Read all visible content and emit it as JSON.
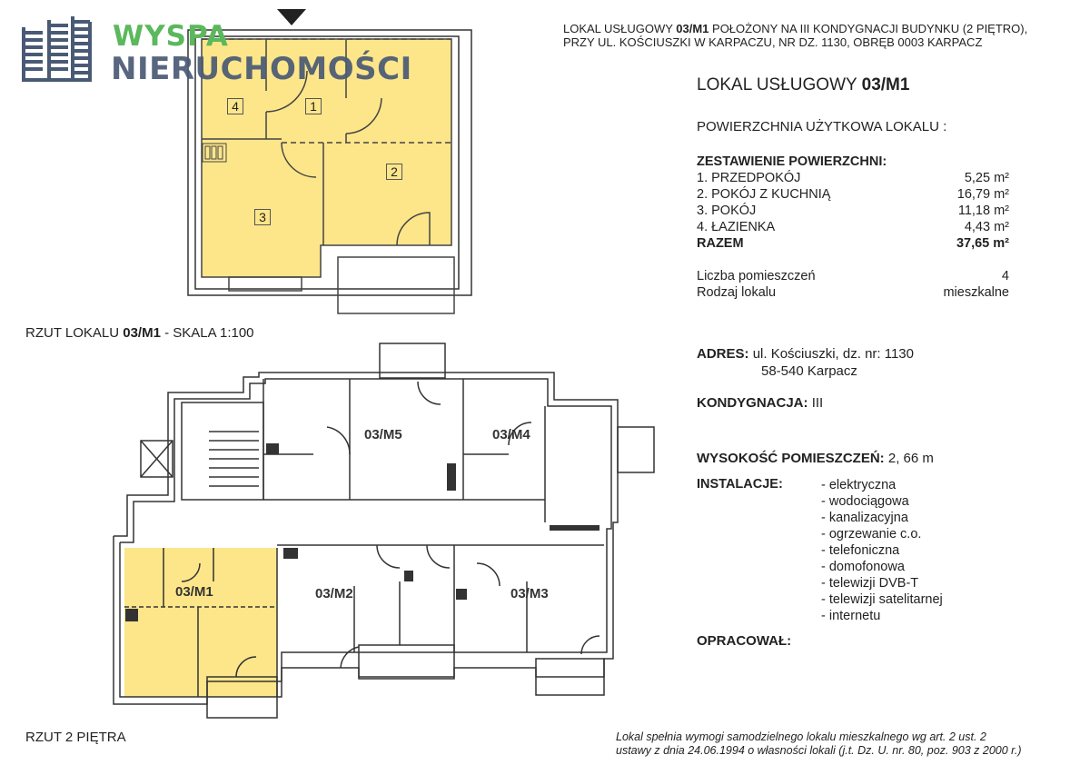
{
  "logo": {
    "line1": "WYSPA",
    "line2": "NIERUCHOMOŚCI",
    "colors": {
      "green": "#5cb85c",
      "navy": "#4a5a75"
    }
  },
  "header": {
    "line1_prefix": "LOKAL USŁUGOWY ",
    "line1_bold": "03/M1",
    "line1_suffix": " POŁOŻONY NA III KONDYGNACJI BUDYNKU (2 PIĘTRO),",
    "line2": "PRZY UL. KOŚCIUSZKI W KARPACZU, NR DZ. 1130, OBRĘB 0003 KARPACZ"
  },
  "title": {
    "prefix": "LOKAL USŁUGOWY ",
    "bold": "03/M1"
  },
  "usable_area_label": "POWIERZCHNIA UŻYTKOWA LOKALU :",
  "areas": {
    "heading": "ZESTAWIENIE POWIERZCHNI:",
    "rows": [
      {
        "name": "1. PRZEDPOKÓJ",
        "value": "5,25 m²"
      },
      {
        "name": "2. POKÓJ Z KUCHNIĄ",
        "value": "16,79 m²"
      },
      {
        "name": "3. POKÓJ",
        "value": "11,18 m²"
      },
      {
        "name": "4. ŁAZIENKA",
        "value": "4,43 m²"
      }
    ],
    "total": {
      "name": "RAZEM",
      "value": "37,65 m²"
    },
    "room_count_label": "Liczba pomieszczeń",
    "room_count": "4",
    "type_label": "Rodzaj lokalu",
    "type": "mieszkalne"
  },
  "address": {
    "label": "ADRES:",
    "line1": "ul. Kościuszki, dz. nr: 1130",
    "line2": "58-540 Karpacz"
  },
  "floor": {
    "label": "KONDYGNACJA:",
    "value": "III"
  },
  "height": {
    "label": "WYSOKOŚĆ POMIESZCZEŃ:",
    "value": "2, 66 m"
  },
  "installations": {
    "label": "INSTALACJE:",
    "items": [
      "- elektryczna",
      "- wodociągowa",
      "- kanalizacyjna",
      "- ogrzewanie c.o.",
      "- telefoniczna",
      "- domofonowa",
      "- telewizji DVB-T",
      "- telewizji satelitarnej",
      "- internetu"
    ]
  },
  "prepared_by": "OPRACOWAŁ:",
  "plan_unit": {
    "caption_prefix": "RZUT LOKALU ",
    "caption_bold": "03/M1",
    "caption_suffix": " - SKALA 1:100",
    "rooms": [
      "1",
      "2",
      "3",
      "4"
    ],
    "fill": "#fde68a"
  },
  "plan_floor": {
    "caption": "RZUT 2 PIĘTRA",
    "units": [
      "03/M1",
      "03/M2",
      "03/M3",
      "03/M4",
      "03/M5"
    ]
  },
  "footer": {
    "line1": "Lokal spełnia wymogi samodzielnego lokalu mieszkalnego wg art. 2 ust. 2",
    "line2": "ustawy z dnia 24.06.1994 o własności lokali (j.t. Dz. U. nr. 80, poz. 903 z 2000 r.)"
  }
}
